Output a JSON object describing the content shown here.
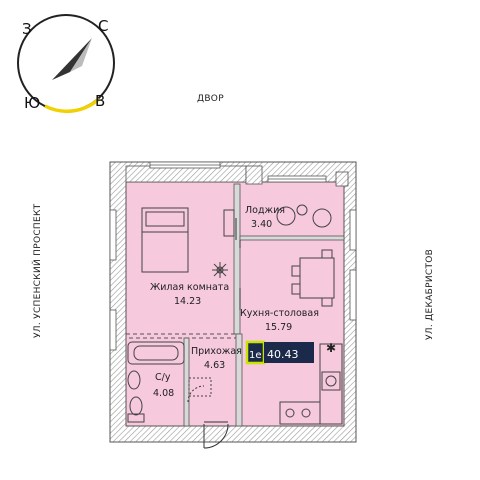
{
  "compass": {
    "north": "С",
    "south": "Ю",
    "west": "З",
    "east": "В",
    "colors": {
      "ring": "#222222",
      "sun_arc": "#f2d100",
      "needle_dark": "#333333",
      "needle_light": "#bbbbbb"
    }
  },
  "streets": {
    "top": "ДВОР",
    "left": "УЛ. УСПЕНСКИЙ ПРОСПЕКТ",
    "right": "УЛ. ДЕКАБРИСТОВ"
  },
  "rooms": {
    "living": {
      "name": "Жилая комната",
      "area": "14.23"
    },
    "loggia": {
      "name": "Лоджия",
      "area": "3.40"
    },
    "kitchen": {
      "name": "Кухня-столовая",
      "area": "15.79"
    },
    "hall": {
      "name": "Прихожая",
      "area": "4.63"
    },
    "bath": {
      "name": "С/у",
      "area": "4.08"
    }
  },
  "apartment": {
    "type": "1е",
    "total_area": "40.43",
    "colors": {
      "badge_bg": "#1b2a4a",
      "badge_text": "#ffffff",
      "highlight": "#c6e600"
    }
  },
  "colors": {
    "room_fill": "#f6c9dc",
    "wall": "#555555",
    "wall_hatch": "#bfbfbf",
    "fixture": "#444444"
  }
}
